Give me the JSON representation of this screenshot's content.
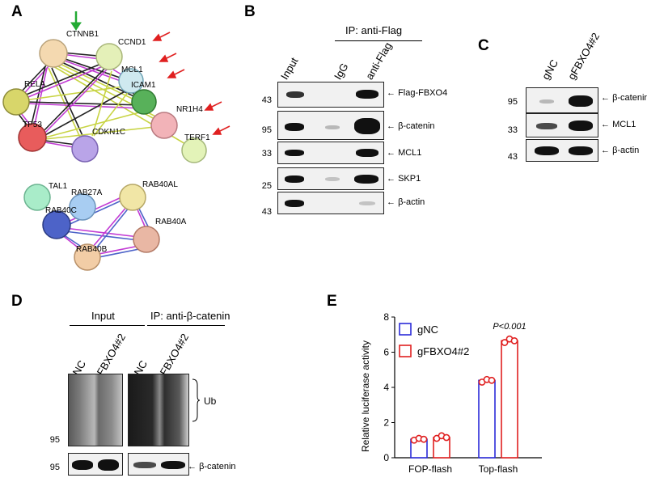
{
  "panels": {
    "A": {
      "letter": "A",
      "nodes": [
        {
          "label": "CTNNB1",
          "color": "#f4d9b0"
        },
        {
          "label": "CCND1",
          "color": "#e4f0b8"
        },
        {
          "label": "MCL1",
          "color": "#cfe9ef"
        },
        {
          "label": "ICAM1",
          "color": "#58b15a"
        },
        {
          "label": "NR1H4",
          "color": "#f2b3b8"
        },
        {
          "label": "TERF1",
          "color": "#e3f3b8"
        },
        {
          "label": "RELA",
          "color": "#d8d66a"
        },
        {
          "label": "TP53",
          "color": "#e85c5c"
        },
        {
          "label": "CDKN1C",
          "color": "#b9a4e8"
        },
        {
          "label": "TAL1",
          "color": "#a9ecc9"
        },
        {
          "label": "RAB27A",
          "color": "#a8cdf2"
        },
        {
          "label": "RAB40AL",
          "color": "#f1e6a6"
        },
        {
          "label": "RAB40C",
          "color": "#4d63c8"
        },
        {
          "label": "RAB40A",
          "color": "#e9b7a4"
        },
        {
          "label": "RAB40B",
          "color": "#f2cda6"
        }
      ]
    },
    "B": {
      "letter": "B",
      "ip_header": "IP: anti-Flag",
      "lanes": [
        "Input",
        "IgG",
        "anti-Flag"
      ],
      "rows": [
        {
          "mw": "43",
          "label": "Flag-FBXO4"
        },
        {
          "mw": "95",
          "label": "β-catenin"
        },
        {
          "mw": "33",
          "label": "MCL1"
        },
        {
          "mw": "25",
          "label": "SKP1"
        },
        {
          "mw": "43",
          "label": "β-actin"
        }
      ]
    },
    "C": {
      "letter": "C",
      "lanes": [
        "gNC",
        "gFBXO4#2"
      ],
      "rows": [
        {
          "mw": "95",
          "label": "β-catenin"
        },
        {
          "mw": "33",
          "label": "MCL1"
        },
        {
          "mw": "43",
          "label": "β-actin"
        }
      ]
    },
    "D": {
      "letter": "D",
      "input_header": "Input",
      "ip_header": "IP: anti-β-catenin",
      "lanes": [
        "gNC",
        "gFBXO4#2",
        "gNC",
        "gFBXO4#2"
      ],
      "ub_label": "Ub",
      "mw_ub": "95",
      "mw_actin": "95",
      "bottom_label": "β-catenin"
    },
    "E": {
      "letter": "E"
    }
  },
  "chart_data": {
    "type": "bar",
    "categories": [
      "FOP-flash",
      "Top-flash"
    ],
    "series": [
      {
        "name": "gNC",
        "color": "#2b2bd9",
        "values": [
          1.05,
          4.4
        ],
        "points": [
          [
            1.0,
            1.1,
            1.05
          ],
          [
            4.3,
            4.45,
            4.4
          ]
        ]
      },
      {
        "name": "gFBXO4#2",
        "color": "#e02020",
        "values": [
          1.15,
          6.65
        ],
        "points": [
          [
            1.1,
            1.25,
            1.15
          ],
          [
            6.55,
            6.75,
            6.65
          ]
        ]
      }
    ],
    "ylabel": "Relative luciferase activity",
    "xlabel": "",
    "ylim": [
      0,
      8
    ],
    "yticks": [
      0,
      2,
      4,
      6,
      8
    ],
    "annotation": "P<0.001",
    "legend_position": "top-left"
  }
}
